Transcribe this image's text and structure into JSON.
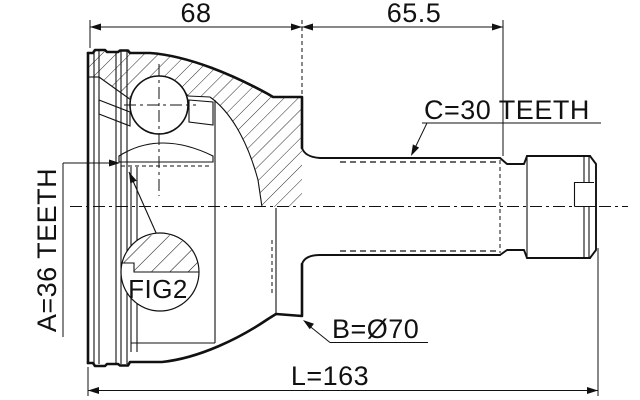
{
  "drawing": {
    "dimensions": {
      "top_left": "68",
      "top_right": "65.5",
      "overall_length": "L=163"
    },
    "labels": {
      "inner_spline": "A=36 TEETH",
      "outer_spline": "C=30 TEETH",
      "body_diameter": "B=Ø70",
      "detail_callout": "FIG2"
    },
    "colors": {
      "line": "#111111",
      "background": "#ffffff"
    }
  }
}
